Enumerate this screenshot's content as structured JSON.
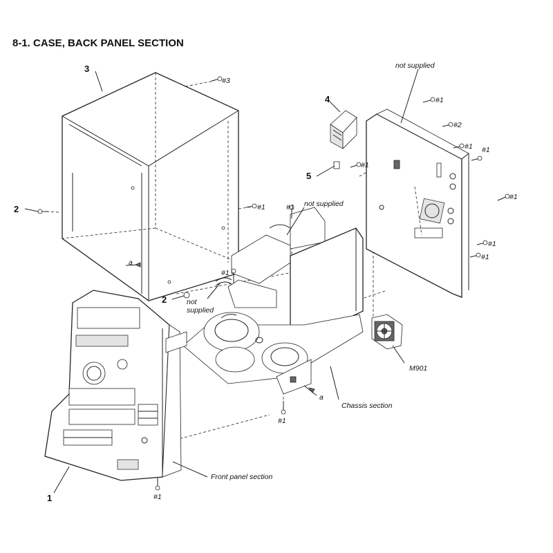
{
  "title": "8-1. CASE, BACK PANEL SECTION",
  "parts": {
    "p1": "1",
    "p2a": "2",
    "p2b": "2",
    "p3": "3",
    "p4": "4",
    "p5": "5",
    "m901": "M901"
  },
  "screws": {
    "s3": "#3",
    "s1_case": "#1",
    "s1_top": "#1",
    "s1_mid": "#1",
    "s1_bottom": "#1",
    "s1_front": "#1",
    "s1_panel_a": "#1",
    "s2_panel": "#2",
    "s1_panel_b": "#1",
    "s1_panel_c": "#1",
    "s1_panel_d": "#1",
    "s1_panel_e": "#1",
    "s1_panel_f": "#1",
    "s1_part5": "#1"
  },
  "annotations": {
    "not_supplied_panel": "not supplied",
    "not_supplied_mid": "not supplied",
    "not_supplied_cable_1": "not",
    "not_supplied_cable_2": "supplied",
    "chassis": "Chassis section",
    "front_panel": "Front panel section",
    "ref_a_left": "a",
    "ref_a_right": "a"
  }
}
